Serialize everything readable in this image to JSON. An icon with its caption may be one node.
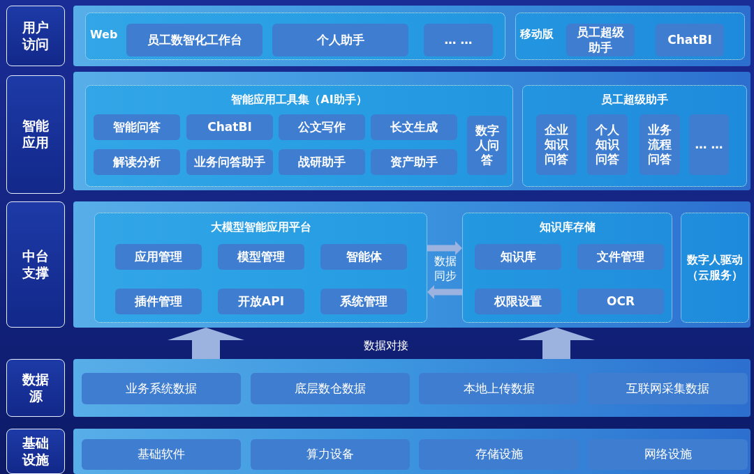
{
  "diagram": {
    "nodes": [
      {
        "text": [
          "用户访问"
        ]
      },
      {
        "text": [],
        "shape": "band"
      },
      {
        "text": [
          "Web"
        ],
        "in": 1
      },
      {
        "text": [
          "员工数智化工作台"
        ],
        "in": 2
      },
      {
        "text": [
          "个人助手"
        ],
        "in": 2
      },
      {
        "text": [
          "… …"
        ],
        "in": 2
      },
      {
        "text": [
          "移动版"
        ],
        "in": 1
      },
      {
        "text": [
          "员工超级助手"
        ],
        "in": 6
      },
      {
        "text": [
          "ChatBI"
        ],
        "in": 6
      },
      {
        "text": [
          "智能应用"
        ]
      },
      {
        "text": [],
        "shape": "band"
      },
      {
        "text": [
          "智能应用工具集（AI助手）"
        ],
        "in": 10
      },
      {
        "text": [
          "智能问答"
        ],
        "in": 11
      },
      {
        "text": [
          "ChatBI"
        ],
        "in": 11
      },
      {
        "text": [
          "公文写作"
        ],
        "in": 11
      },
      {
        "text": [
          "长文生成"
        ],
        "in": 11
      },
      {
        "text": [
          "解读分析"
        ],
        "in": 11
      },
      {
        "text": [
          "业务问答助手"
        ],
        "in": 11
      },
      {
        "text": [
          "战研助手"
        ],
        "in": 11
      },
      {
        "text": [
          "资产助手"
        ],
        "in": 11
      },
      {
        "text": [
          "数字人问答"
        ],
        "in": 11
      },
      {
        "text": [
          "员工超级助手"
        ],
        "in": 10
      },
      {
        "text": [
          "企业知识问答"
        ],
        "in": 21
      },
      {
        "text": [
          "个人知识问答"
        ],
        "in": 21
      },
      {
        "text": [
          "业务流程问答"
        ],
        "in": 21
      },
      {
        "text": [
          "… …"
        ],
        "in": 21
      },
      {
        "text": [
          "中台支撑"
        ]
      },
      {
        "text": [],
        "shape": "band"
      },
      {
        "text": [
          "大模型智能应用平台"
        ],
        "in": 27
      },
      {
        "text": [
          "应用管理"
        ],
        "in": 28
      },
      {
        "text": [
          "模型管理"
        ],
        "in": 28
      },
      {
        "text": [
          "智能体"
        ],
        "in": 28
      },
      {
        "text": [
          "插件管理"
        ],
        "in": 28
      },
      {
        "text": [
          "开放API"
        ],
        "in": 28
      },
      {
        "text": [
          "系统管理"
        ],
        "in": 28
      },
      {
        "text": [
          "知识库存储"
        ],
        "in": 27
      },
      {
        "text": [
          "知识库"
        ],
        "in": 35
      },
      {
        "text": [
          "文件管理"
        ],
        "in": 35
      },
      {
        "text": [
          "权限设置"
        ],
        "in": 35
      },
      {
        "text": [
          "OCR"
        ],
        "in": 35
      },
      {
        "text": [
          "数字人驱动（云服务）"
        ],
        "in": 27
      },
      {
        "text": [
          "数据源"
        ]
      },
      {
        "text": [],
        "shape": "band"
      },
      {
        "text": [
          "业务系统数据"
        ],
        "in": 42
      },
      {
        "text": [
          "底层数仓数据"
        ],
        "in": 42
      },
      {
        "text": [
          "本地上传数据"
        ],
        "in": 42
      },
      {
        "text": [
          "互联网采集数据"
        ],
        "in": 42
      },
      {
        "text": [
          "基础设施"
        ]
      },
      {
        "text": [],
        "shape": "band"
      },
      {
        "text": [
          "基础软件"
        ],
        "in": 48
      },
      {
        "text": [
          "算力设备"
        ],
        "in": 48
      },
      {
        "text": [
          "存储设施"
        ],
        "in": 48
      },
      {
        "text": [
          "网络设施"
        ],
        "in": 48
      }
    ],
    "edges": [
      {
        "from": 28,
        "to": 35,
        "arrow": "to"
      },
      {
        "from": 35,
        "to": 28,
        "arrow": "to"
      },
      {
        "from": 42,
        "to": 27,
        "arrow": "to",
        "style": "thick"
      },
      {
        "from": 42,
        "to": 27,
        "arrow": "to",
        "style": "thick"
      }
    ],
    "labels": [
      "数据同步",
      "数据对接"
    ]
  }
}
